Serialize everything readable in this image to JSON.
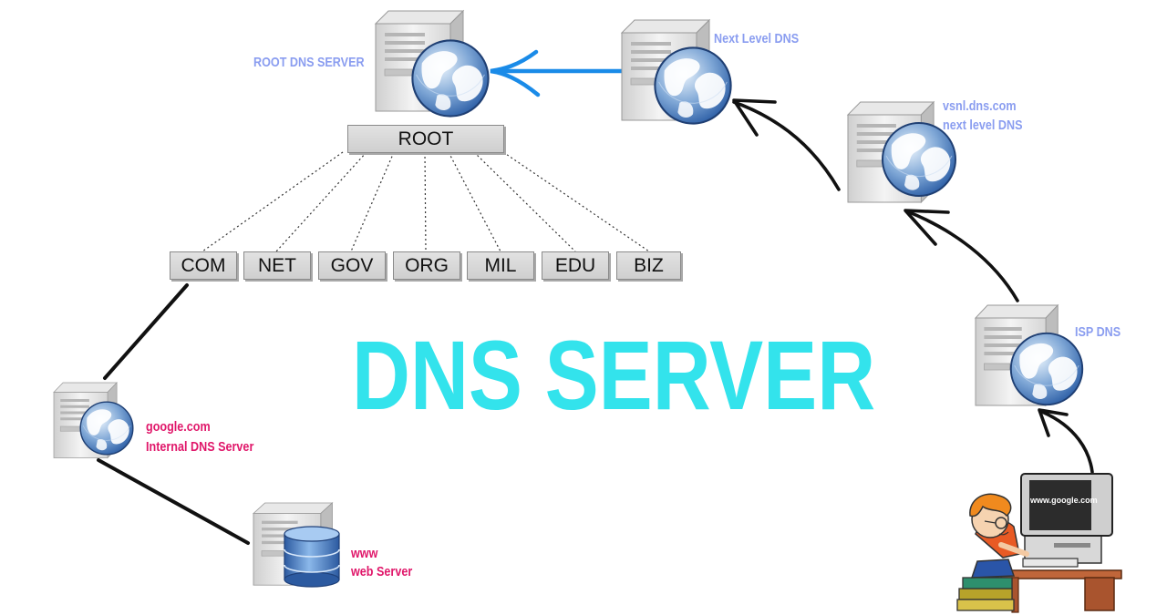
{
  "title": "DNS SERVER",
  "root_label": "ROOT",
  "tlds": [
    "COM",
    "NET",
    "GOV",
    "ORG",
    "MIL",
    "EDU",
    "BIZ"
  ],
  "labels": {
    "root_server": "ROOT DNS SERVER",
    "next_level": "Next Level DNS",
    "vsnl_1": "vsnl.dns.com",
    "vsnl_2": "next level DNS",
    "isp": "ISP DNS",
    "google_1": "google.com",
    "google_2": "Internal DNS Server",
    "web_1": "www",
    "web_2": "web Server",
    "screen_url": "www.google.com"
  },
  "colors": {
    "title": "#33e3ec",
    "server_labels": "#8a9df0",
    "internal_labels": "#e0176a",
    "highlight_arrow": "#1a8be8"
  }
}
